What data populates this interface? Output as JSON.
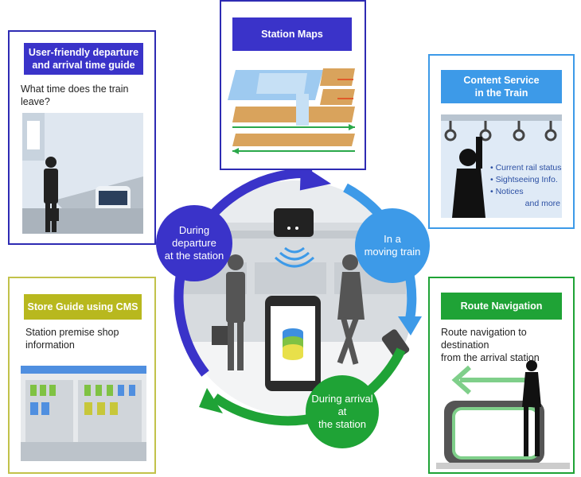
{
  "cards": {
    "departure_guide": {
      "title_line1": "User-friendly departure",
      "title_line2": "and arrival time guide",
      "desc_line1": "What time does the train",
      "desc_line2": "leave?"
    },
    "station_maps": {
      "title": "Station Maps"
    },
    "content_service": {
      "title_line1": "Content Service",
      "title_line2": "in the Train",
      "items": [
        "• Current rail status",
        "• Sightseeing Info.",
        "• Notices"
      ],
      "more": "and more"
    },
    "store_guide": {
      "title": "Store Guide using CMS",
      "desc_line1": "Station premise shop",
      "desc_line2": "information"
    },
    "route_navigation": {
      "title": "Route Navigation",
      "desc_line1": "Route navigation to destination",
      "desc_line2": "from the arrival station"
    }
  },
  "cycle": {
    "departure": [
      "During",
      "departure",
      "at the station"
    ],
    "moving": [
      "In a",
      "moving train"
    ],
    "arrival": [
      "During arrival",
      "at",
      "the station"
    ]
  },
  "colors": {
    "blue_dark": "#3a33c9",
    "blue_border": "#2e2bb3",
    "sky": "#3d9ae8",
    "green": "#1fa336",
    "olive": "#8a8a1a",
    "yellow_title": "#b8b81e"
  }
}
